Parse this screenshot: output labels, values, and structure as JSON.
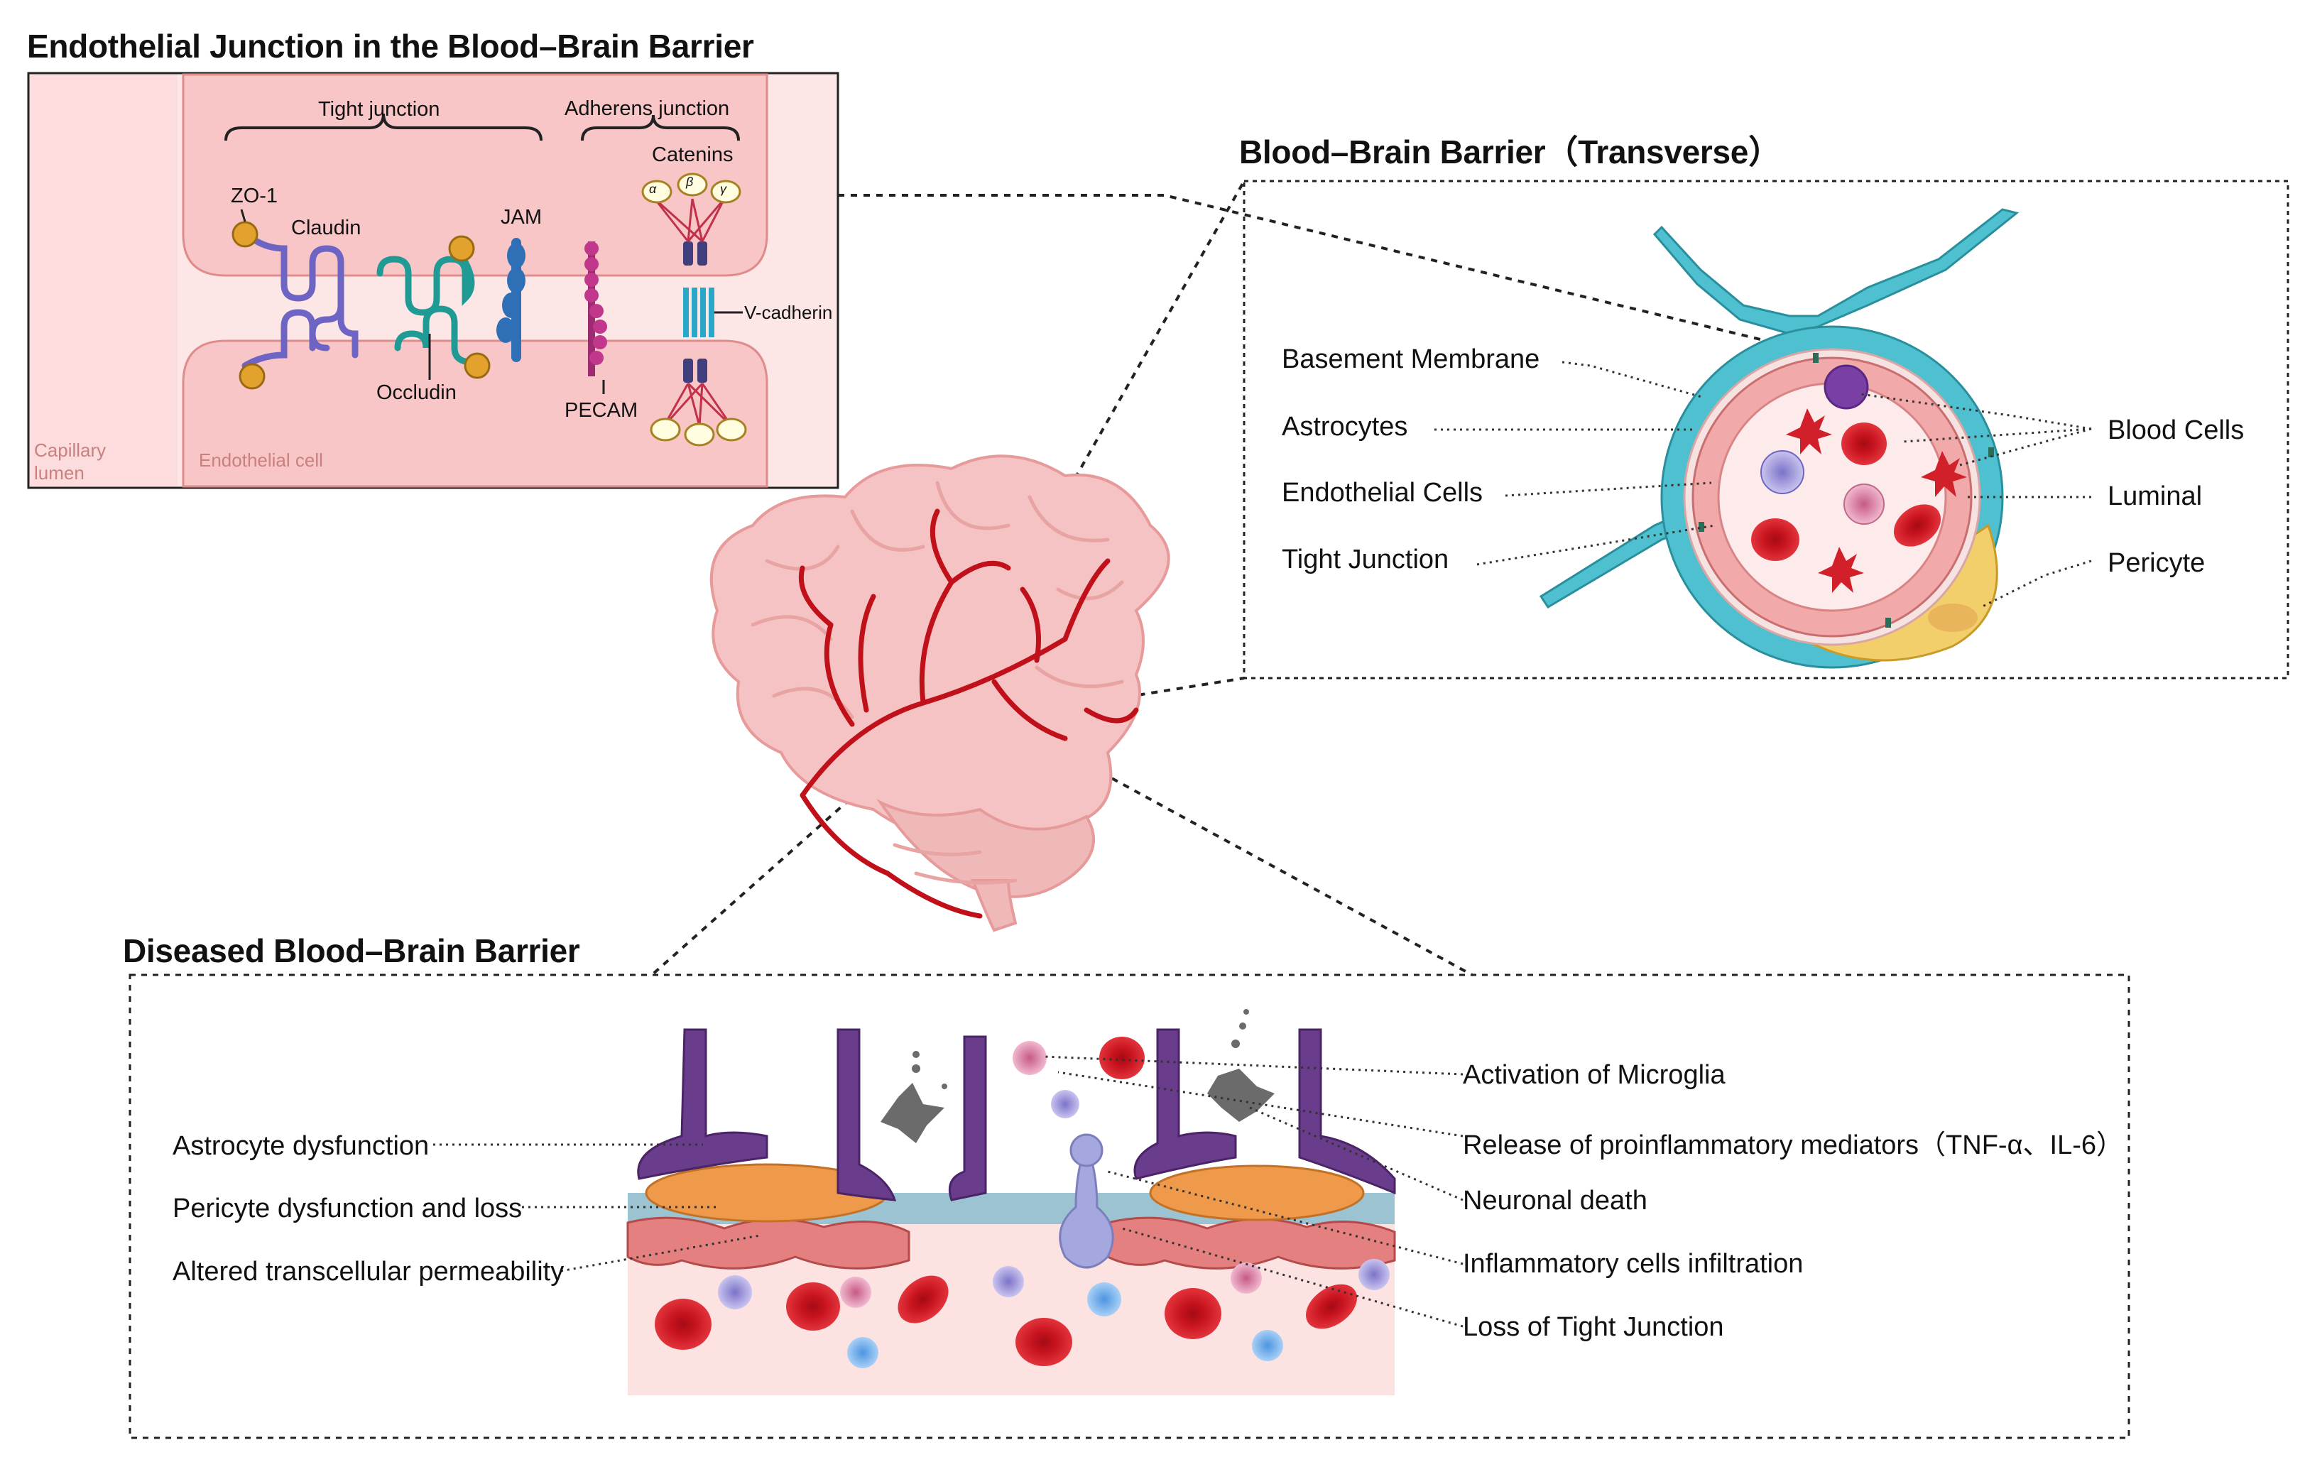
{
  "titles": {
    "junction": "Endothelial Junction in the Blood–Brain Barrier",
    "transverse": "Blood–Brain Barrier（Transverse）",
    "diseased": "Diseased Blood–Brain Barrier"
  },
  "junction_panel": {
    "tight_junction": "Tight junction",
    "adherens_junction": "Adherens junction",
    "zo1": "ZO-1",
    "claudin": "Claudin",
    "jam": "JAM",
    "catenins": "Catenins",
    "v_cadherin": "V-cadherin",
    "occludin": "Occludin",
    "pecam": "PECAM",
    "capillary_lumen": "Capillary lumen",
    "endothelial_cell": "Endothelial cell",
    "catenin_symbols": [
      "α",
      "β",
      "γ"
    ]
  },
  "transverse_panel": {
    "left_labels": [
      "Basement Membrane",
      "Astrocytes",
      "Endothelial Cells",
      "Tight Junction"
    ],
    "right_labels": [
      "Blood Cells",
      "Luminal",
      "Pericyte"
    ]
  },
  "diseased_panel": {
    "left_labels": [
      "Astrocyte dysfunction",
      "Pericyte dysfunction and loss",
      "Altered transcellular permeability"
    ],
    "right_labels": [
      "Activation of Microglia",
      "Release of proinflammatory mediators（TNF-α、IL-6）",
      "Neuronal death",
      "Inflammatory cells infiltration",
      "Loss of Tight Junction"
    ]
  },
  "colors": {
    "endothelium": "#f6c9c9",
    "astrocyte": "#4fc0cf",
    "pericyte": "#f2cf6a",
    "red_blood_cell": "#d1202a",
    "brain": "#f4c5c5",
    "vessel": "#c0101a",
    "astro_diseased": "#6a3d8c",
    "pericyte_diseased": "#ef9a4a"
  }
}
